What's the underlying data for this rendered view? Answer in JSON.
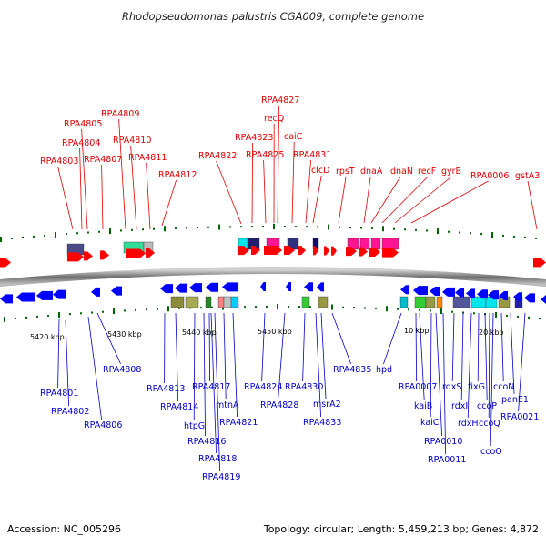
{
  "title": "Rhodopseudomonas palustris CGA009, complete genome",
  "footer": {
    "accession": "Accession: NC_005296",
    "summary": "Topology: circular; Length: 5,459,213 bp; Genes: 4,872"
  },
  "scale_labels": [
    "5420 kbp",
    "5430 kbp",
    "5440 kbp",
    "5450 kbp",
    "10 kbp",
    "20 kbp"
  ],
  "top_labels": [
    "RPA4803",
    "RPA4804",
    "RPA4805",
    "RPA4807",
    "RPA4809",
    "RPA4810",
    "RPA4811",
    "RPA4812",
    "RPA4822",
    "RPA4823",
    "RPA4825",
    "RPA4827",
    "recQ",
    "caiC",
    "RPA4831",
    "clcD",
    "rpsT",
    "dnaA",
    "dnaN",
    "recF",
    "gyrB",
    "RPA0006",
    "gstA3"
  ],
  "bottom_labels": [
    "RPA4801",
    "RPA4802",
    "RPA4806",
    "RPA4808",
    "RPA4813",
    "RPA4814",
    "htpG",
    "RPA4816",
    "RPA4817",
    "RPA4818",
    "RPA4819",
    "mtnA",
    "RPA4821",
    "RPA4824",
    "RPA4828",
    "RPA4830",
    "msrA2",
    "RPA4833",
    "RPA4835",
    "hpd",
    "RPA0007",
    "kaiB",
    "kaiC",
    "RPA0010",
    "RPA0011",
    "rdxS",
    "rdxI",
    "rdxH",
    "fixG",
    "ccoP",
    "ccoQ",
    "ccoO",
    "ccoN",
    "panE1",
    "RPA0021"
  ],
  "colors": {
    "forward_gene": "#ff0000",
    "reverse_gene": "#0000ff",
    "top_label": "#e00000",
    "bottom_label": "#0000c8",
    "backbone": "#808080",
    "tick": "#006400"
  }
}
